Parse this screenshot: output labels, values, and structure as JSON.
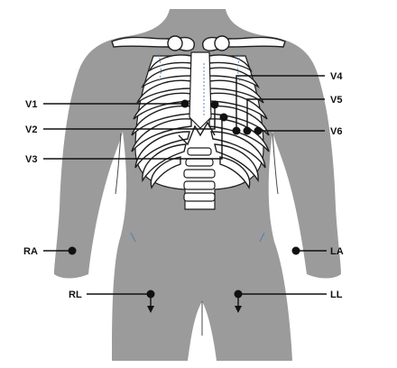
{
  "electrodes": {
    "v1": "V1",
    "v2": "V2",
    "v3": "V3",
    "v4": "V4",
    "v5": "V5",
    "v6": "V6",
    "ra": "RA",
    "la": "LA",
    "rl": "RL",
    "ll": "LL"
  },
  "colors": {
    "body": "#9b9b9b",
    "bone": "#ffffff",
    "bone_outline": "#1e1e1e",
    "contour": "#4a4a4a",
    "vein": "#4a7fbf",
    "electrode": "#111111",
    "lead_line": "#111111"
  },
  "icons": {
    "electrode_dot": "filled-circle",
    "ground_arrow": "down-arrow"
  }
}
